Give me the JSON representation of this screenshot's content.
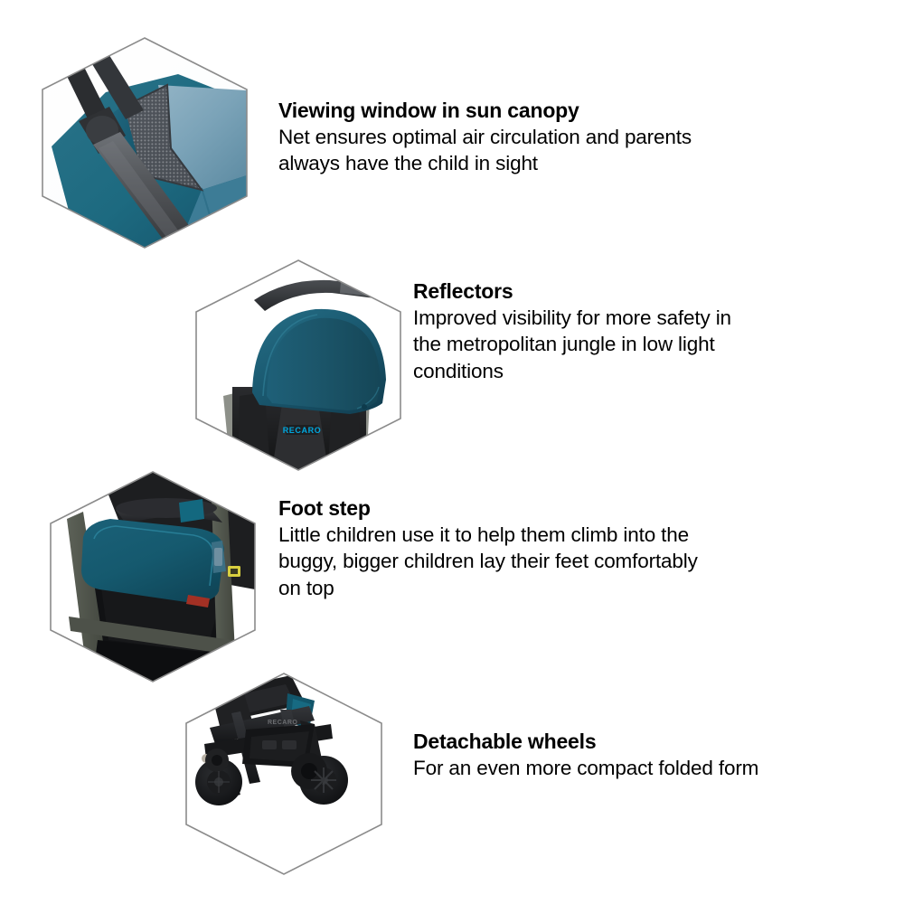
{
  "page": {
    "background": "#ffffff",
    "product_brand": "RECARO",
    "brand_logo_color": "#00a8e0",
    "hex_outline_color": "#8b8b8b"
  },
  "features": [
    {
      "id": "viewing-window",
      "title": "Viewing window in sun canopy",
      "body_lines": [
        "Net ensures optimal air circulation and parents",
        "always have the child in sight"
      ],
      "image": {
        "name": "sun-canopy-viewing-window-photo",
        "alt": "Close-up of stroller sun canopy with dark mesh viewing window panel",
        "colors": {
          "canopy_teal": "#1d6a80",
          "canopy_light_blue": "#7ba3b8",
          "mesh_dark": "#4a4f55",
          "strap_black": "#2b2d30",
          "handle_gray": "#55585c"
        }
      }
    },
    {
      "id": "reflectors",
      "title": "Reflectors",
      "body_lines": [
        "Improved visibility for more safety in",
        "the metropolitan jungle in low light",
        "conditions"
      ],
      "image": {
        "name": "stroller-canopy-reflectors-photo",
        "alt": "Teal stroller hood seen from the back with RECARO logo on black seat",
        "colors": {
          "canopy_teal": "#1b5468",
          "seat_black": "#1a1a1c",
          "frame_gray": "#8d9089",
          "logo_cyan": "#00a8e0"
        }
      }
    },
    {
      "id": "foot-step",
      "title": "Foot step",
      "body_lines": [
        "Little children use it to help them climb into the",
        "buggy, bigger children lay their feet comfortably",
        "on top"
      ],
      "image": {
        "name": "stroller-foot-step-photo",
        "alt": "Teal padded foot step on stroller frame with black basket below",
        "colors": {
          "step_teal": "#15596e",
          "bar_black": "#232428",
          "frame_olive": "#555a50",
          "basket_black": "#131416"
        }
      }
    },
    {
      "id": "detachable-wheels",
      "title": "Detachable wheels",
      "body_lines": [
        "For an even more compact folded form"
      ],
      "image": {
        "name": "folded-stroller-detachable-wheels-photo",
        "alt": "Folded black stroller in side view showing front and rear detachable wheels",
        "colors": {
          "body_black": "#1b1c1e",
          "wheel_black": "#141517",
          "accent_teal": "#12566b",
          "logo_gray": "#6b6d70"
        }
      }
    }
  ]
}
